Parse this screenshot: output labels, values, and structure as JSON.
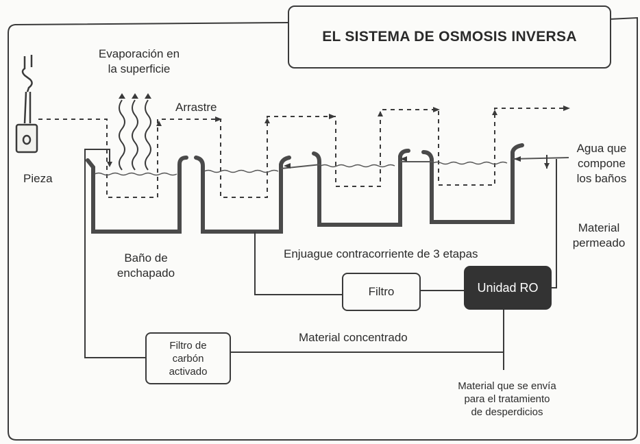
{
  "title": "EL SISTEMA DE OSMOSIS INVERSA",
  "labels": {
    "evaporation": "Evaporación  en\nla superficie",
    "dragout": "Arrastre",
    "part": "Pieza",
    "makeup_water": "Agua que\ncompone\nlos baños",
    "plating_bath": "Baño de\nenchapado",
    "rinse": "Enjuague contracorriente de 3 etapas",
    "permeate": "Material\npermeado",
    "concentrate": "Material concentrado",
    "waste": "Material que se envía\npara el tratamiento\nde desperdicios"
  },
  "boxes": {
    "filter": "Filtro",
    "ro_unit": "Unidad RO",
    "carbon_filter": "Filtro de\ncarbón\nactivado"
  },
  "colors": {
    "line": "#3a3a3a",
    "tank": "#4a4a4a",
    "ro_fill": "#333333",
    "water": "#555555"
  }
}
